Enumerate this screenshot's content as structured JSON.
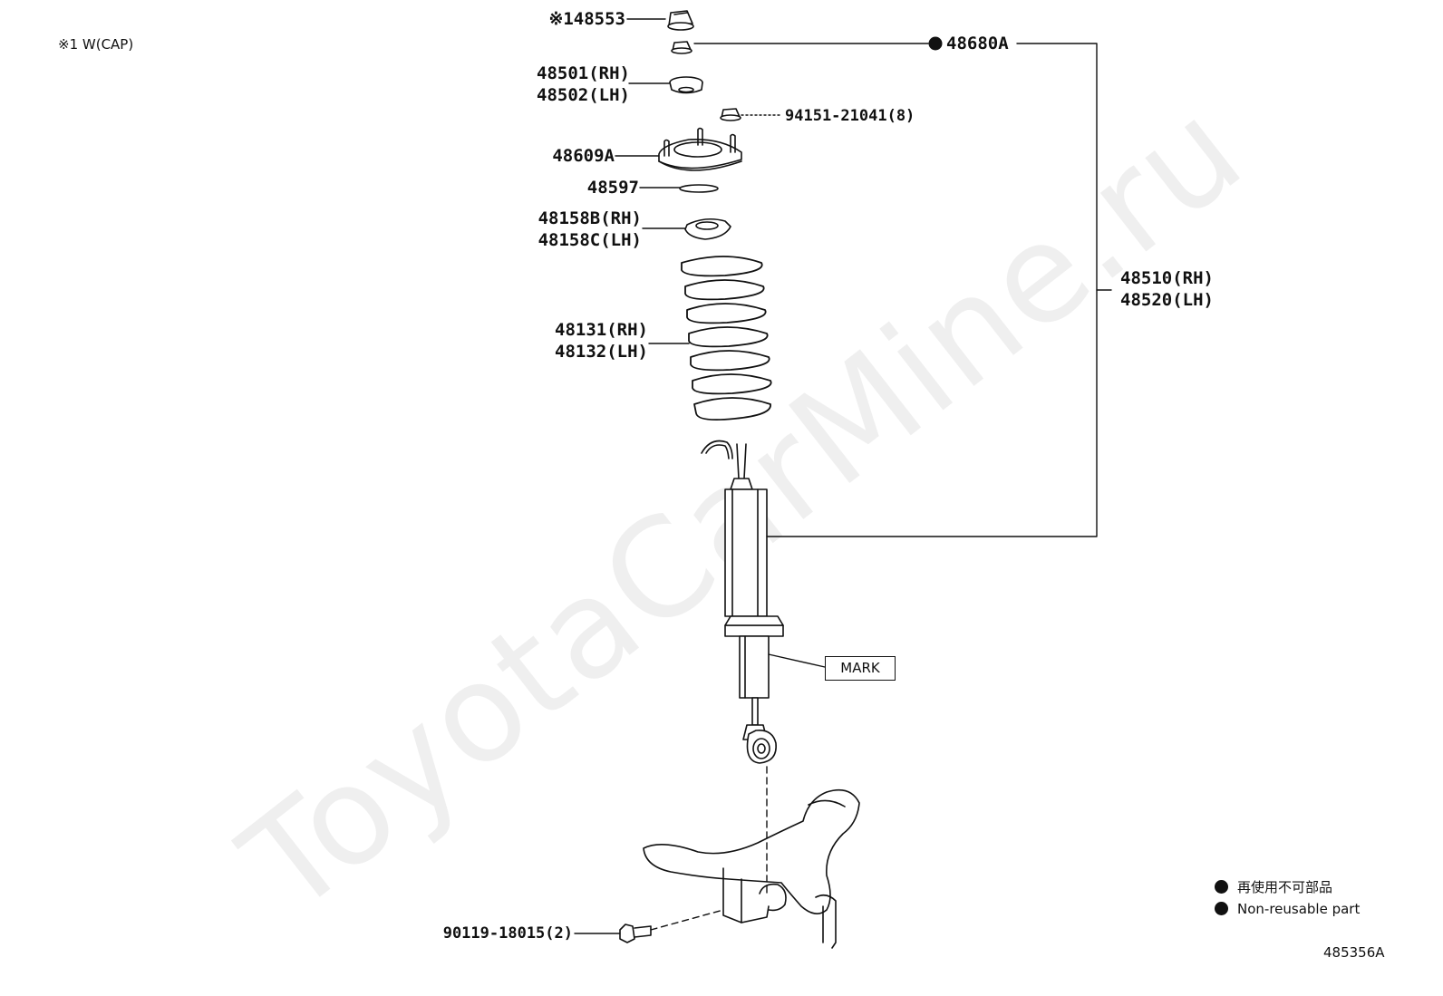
{
  "note": "※1 W(CAP)",
  "watermark": "ToyotaCarMine.ru",
  "diagram_code": "485356A",
  "mark_label": "MARK",
  "parts": {
    "cap": "※148553",
    "nut": "48680A",
    "bearing_rh": "48501(RH)",
    "bearing_lh": "48502(LH)",
    "support_nut": "94151-21041(8)",
    "support": "48609A",
    "insulator": "48597",
    "spring_seat_rh": "48158B(RH)",
    "spring_seat_lh": "48158C(LH)",
    "spring_rh": "48131(RH)",
    "spring_lh": "48132(LH)",
    "absorber_rh": "48510(RH)",
    "absorber_lh": "48520(LH)",
    "bolt": "90119-18015(2)"
  },
  "legend": {
    "jp": "再使用不可部品",
    "en": "Non-reusable part"
  }
}
